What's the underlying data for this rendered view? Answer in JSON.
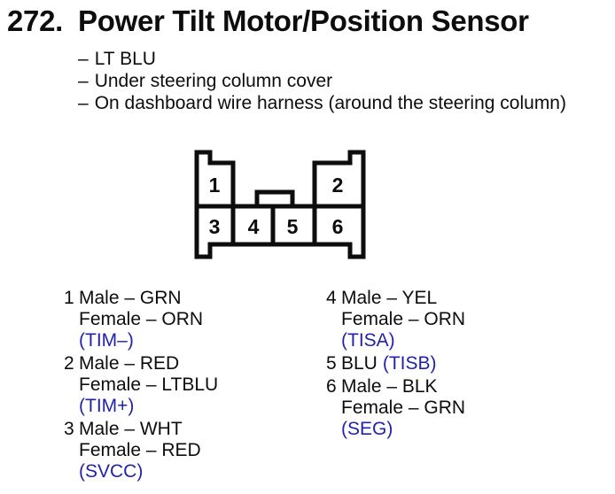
{
  "page": {
    "section_number": "272.",
    "title": "Power Tilt Motor/Position Sensor",
    "bullet": "–",
    "notes": [
      "LT BLU",
      "Under steering column cover",
      "On dashboard wire harness (around the steering column)"
    ]
  },
  "connector": {
    "pins": [
      "1",
      "2",
      "3",
      "4",
      "5",
      "6"
    ]
  },
  "pin_list": {
    "left": [
      {
        "num": "1",
        "lines": [
          {
            "text": "Male – GRN"
          },
          {
            "text": "Female – ORN"
          },
          {
            "text": "(TIM–)",
            "blue": true
          }
        ]
      },
      {
        "num": "2",
        "lines": [
          {
            "text": "Male – RED"
          },
          {
            "text": "Female – LTBLU"
          },
          {
            "text": "(TIM+)",
            "blue": true
          }
        ]
      },
      {
        "num": "3",
        "lines": [
          {
            "text": "Male – WHT"
          },
          {
            "text": "Female – RED"
          },
          {
            "text": "(SVCC)",
            "blue": true
          }
        ]
      }
    ],
    "right": [
      {
        "num": "4",
        "lines": [
          {
            "text": "Male – YEL"
          },
          {
            "text": "Female – ORN"
          },
          {
            "text": "(TISA)",
            "blue": true
          }
        ]
      },
      {
        "num": "5",
        "segments": [
          {
            "text": "BLU"
          },
          {
            "text": "(TISB)",
            "blue": true
          }
        ]
      },
      {
        "num": "6",
        "lines": [
          {
            "text": "Male – BLK"
          },
          {
            "text": "Female – GRN"
          },
          {
            "text": "(SEG)",
            "blue": true
          }
        ]
      }
    ]
  },
  "colors": {
    "label_blue": "#2222ad",
    "ink": "#0d0d0d"
  }
}
